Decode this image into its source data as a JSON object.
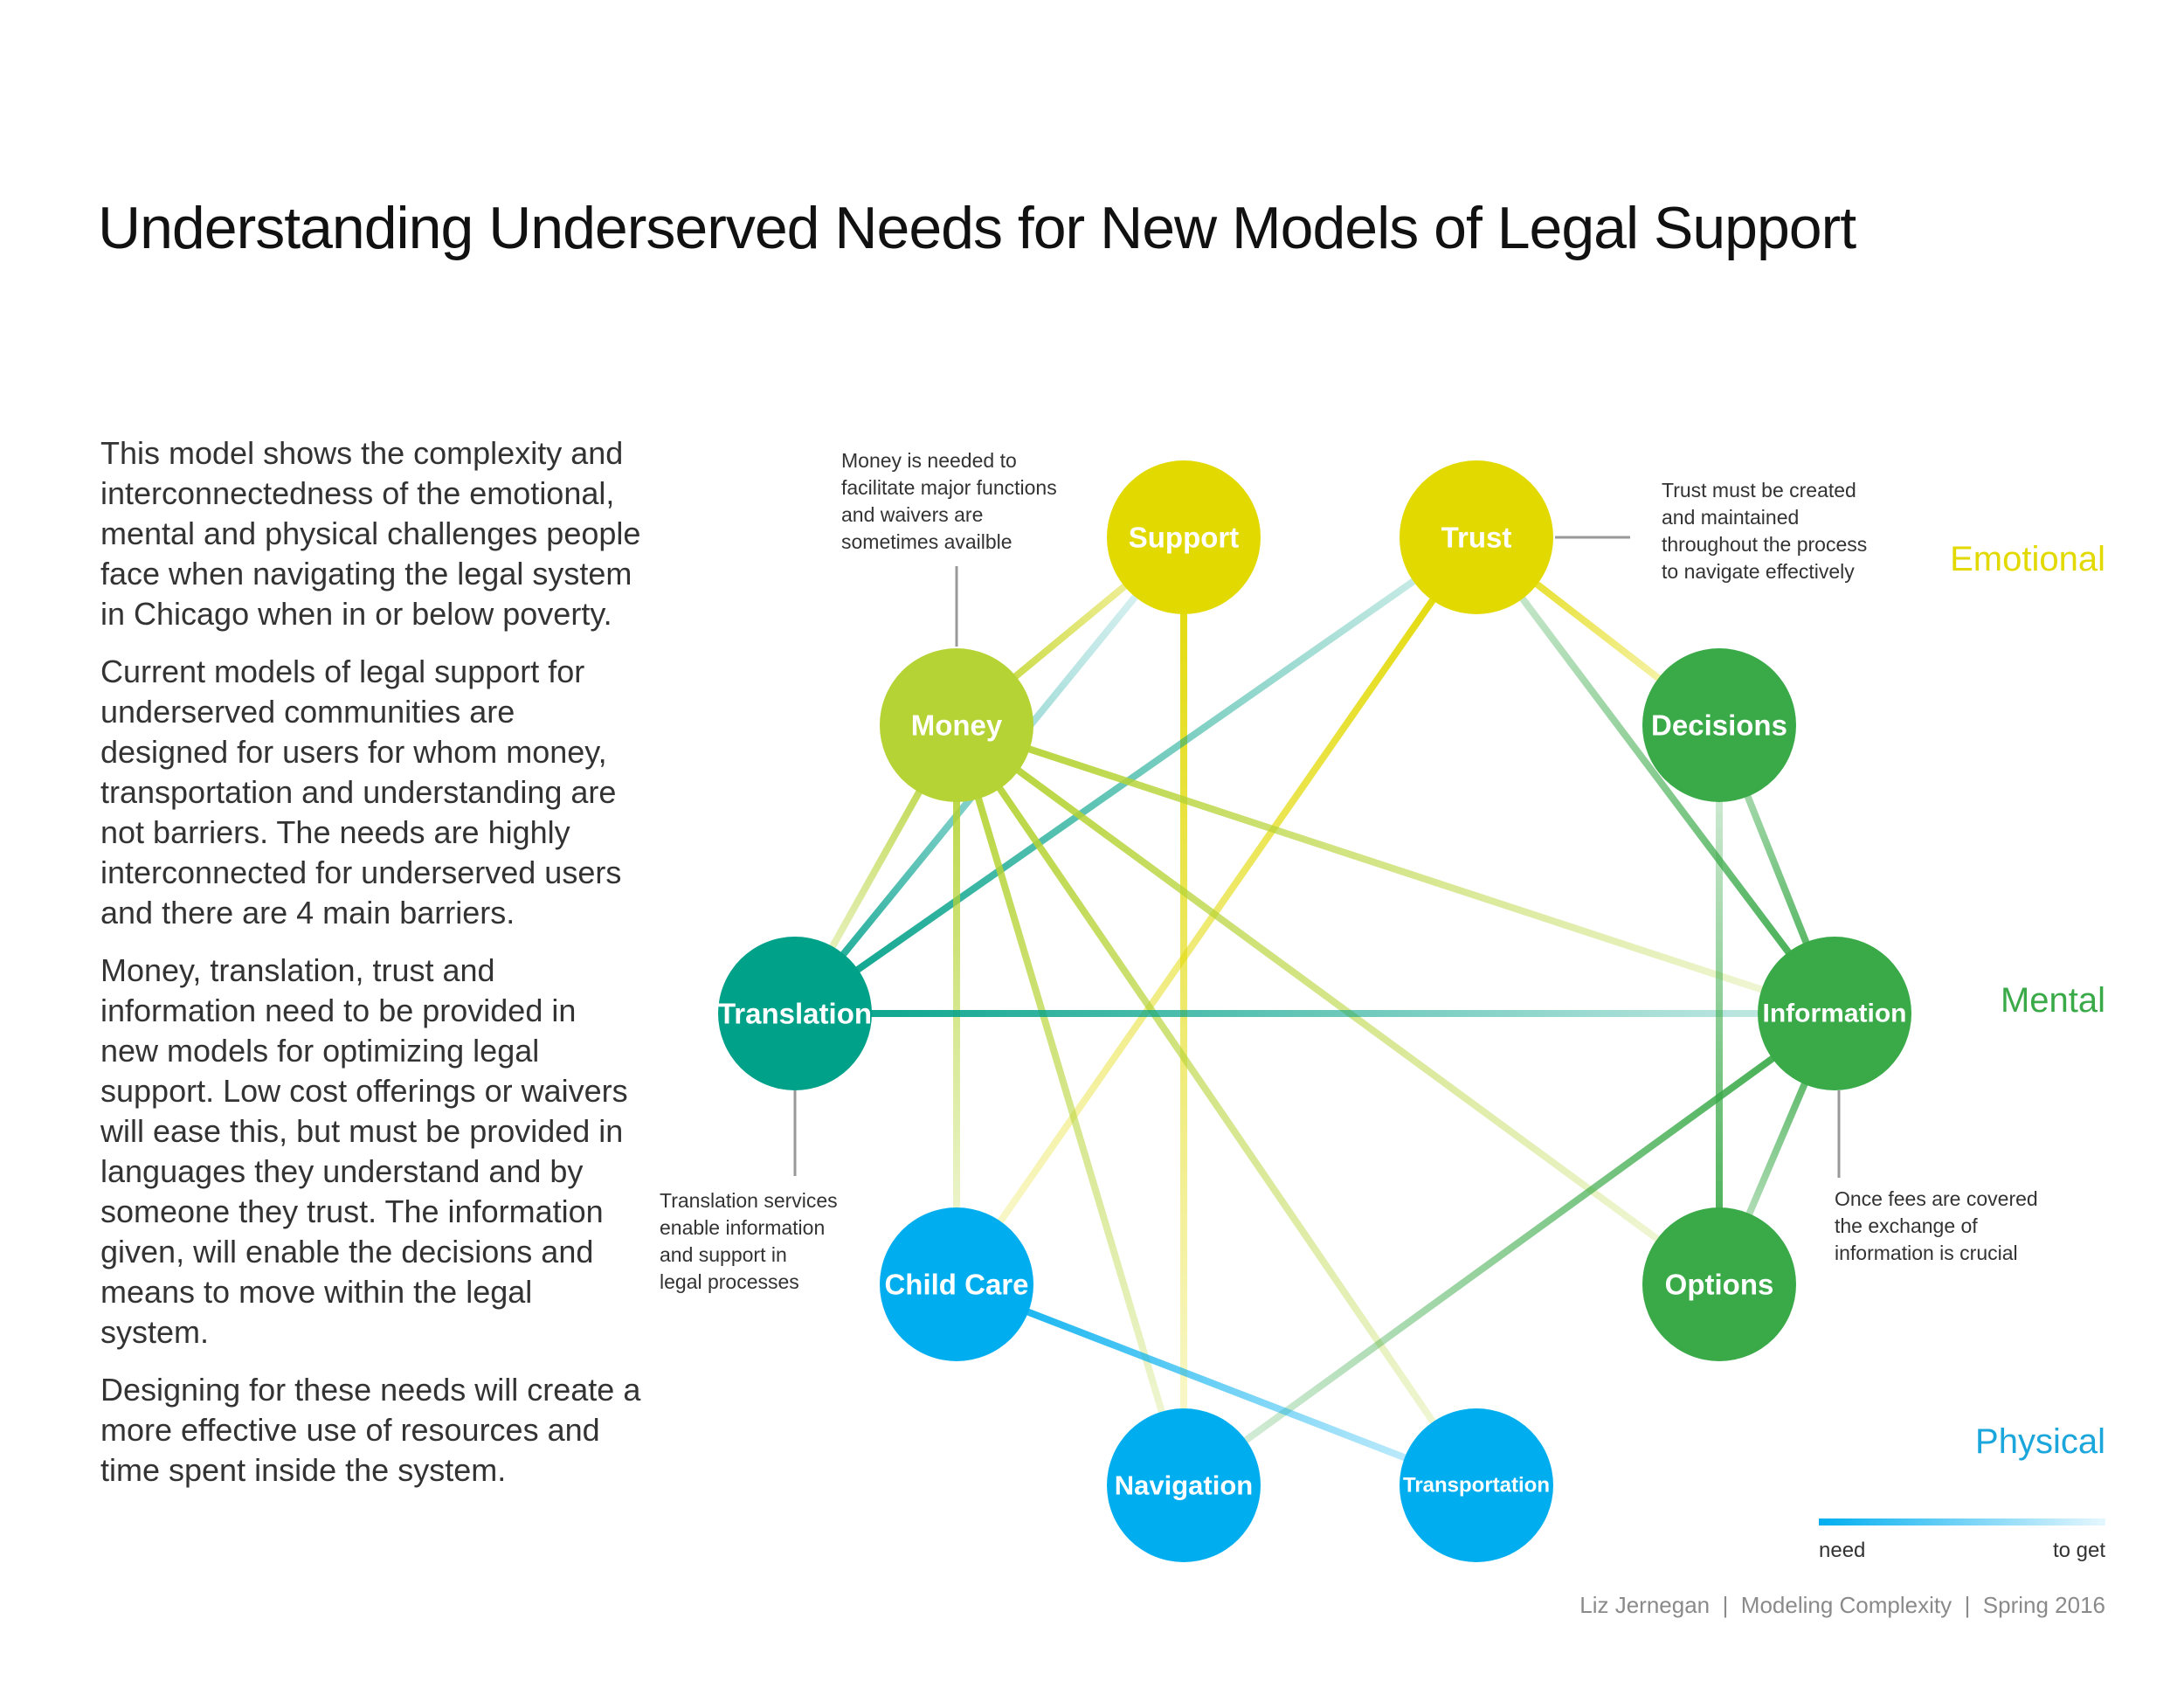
{
  "title": "Understanding Underserved Needs for New Models of Legal Support",
  "intro": [
    "This model shows the complexity and interconnectedness of the emotional, mental and physical challenges people face when navigating the legal system in Chicago when in or below poverty.",
    "Current models of legal support for underserved communities are designed for users for whom money, transportation and understanding are not barriers. The needs are highly interconnected for underserved users and there are 4 main barriers.",
    "Money, translation, trust and information need to be provided in new models for optimizing legal support. Low cost offerings or waivers will ease this, but must be provided in languages they understand and by someone they trust. The information given, will enable the decisions and means to move within the legal system.",
    "Designing for these needs will create a more effective use of resources and time spent inside the system."
  ],
  "colors": {
    "emotional": "#e2d900",
    "mental": "#3aaa49",
    "physical": "#00aeef",
    "money": "#b5d334",
    "translation": "#00a189",
    "physical_label": "#1ba6dc"
  },
  "bands": {
    "emotional": "Emotional",
    "mental": "Mental",
    "physical": "Physical"
  },
  "nodes": {
    "support": "Support",
    "trust": "Trust",
    "money": "Money",
    "decisions": "Decisions",
    "translation": "Translation",
    "information": "Information",
    "childcare": "Child Care",
    "options": "Options",
    "navigation": "Navigation",
    "transportation": "Transportation"
  },
  "annotations": {
    "money": [
      "Money is needed to",
      "facilitate major functions",
      "and waivers are",
      "sometimes availble"
    ],
    "trust": [
      "Trust must be created",
      "and maintained",
      "throughout the process",
      "to navigate effectively"
    ],
    "translation": [
      "Translation services",
      "enable information",
      "and support in",
      "legal processes"
    ],
    "information": [
      "Once fees are covered",
      "the exchange of",
      "information is crucial"
    ]
  },
  "legend": {
    "need": "need",
    "to_get": "to get"
  },
  "footer": "Liz Jernegan  |  Modeling Complexity  |  Spring 2016"
}
